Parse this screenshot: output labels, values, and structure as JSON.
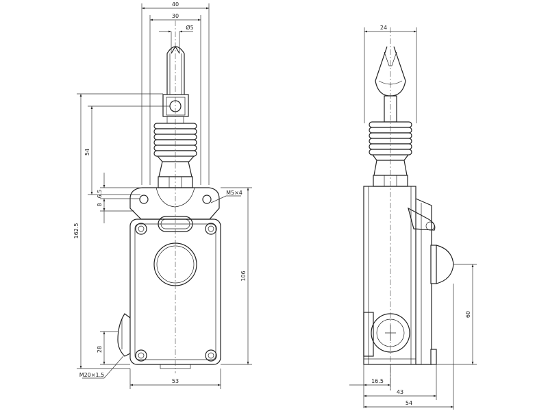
{
  "front_view": {
    "dimensions": {
      "width_top": "40",
      "width_inner": "30",
      "diameter": "Ø5",
      "rope_height": "54",
      "offset_1": "6.5",
      "offset_2": "8",
      "total_height": "162.5",
      "body_height": "106",
      "thread_height": "28",
      "thread_size": "M20×1.5",
      "mount_thread": "M5×4",
      "body_width": "53"
    }
  },
  "side_view": {
    "dimensions": {
      "top_width": "24",
      "height_60": "60",
      "offset_16_5": "16.5",
      "width_43": "43",
      "width_54": "54"
    }
  }
}
